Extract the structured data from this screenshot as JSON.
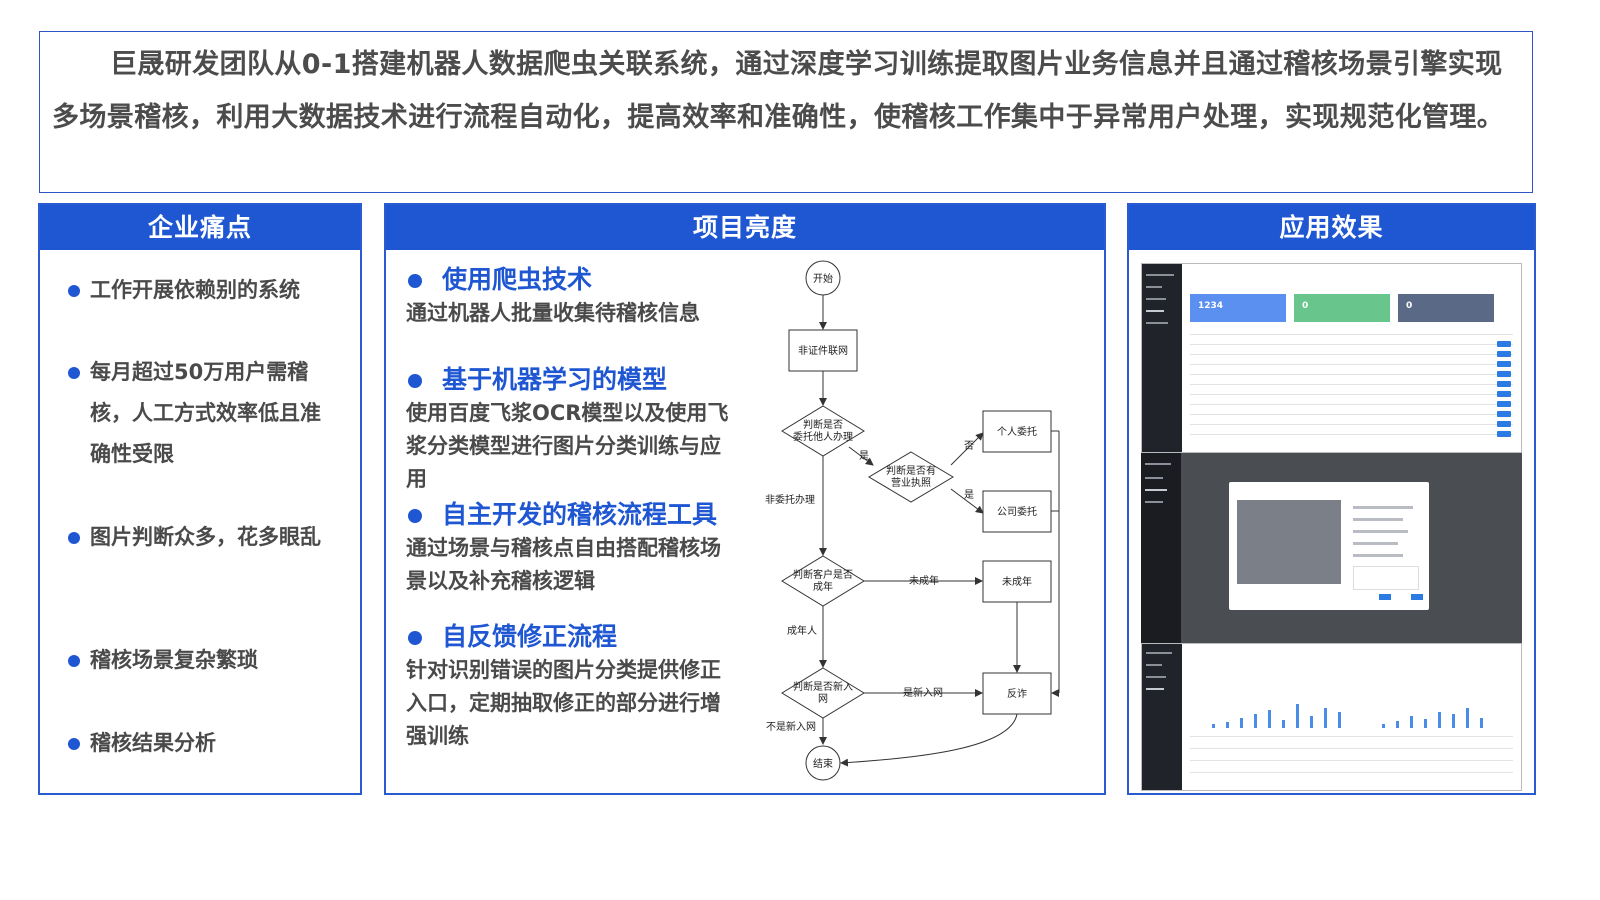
{
  "intro": {
    "text": "巨晟研发团队从0-1搭建机器人数据爬虫关联系统，通过深度学习训练提取图片业务信息并且通过稽核场景引擎实现多场景稽核，利用大数据技术进行流程自动化，提高效率和准确性，使稽核工作集中于异常用户处理，实现规范化管理。"
  },
  "pain": {
    "title": "企业痛点",
    "items": [
      "工作开展依赖别的系统",
      "每月超过50万用户需稽核，人工方式效率低且准确性受限",
      "图片判断众多，花多眼乱",
      "稽核场景复杂繁琐",
      "稽核结果分析"
    ]
  },
  "highlights": {
    "title": "项目亮度",
    "items": [
      {
        "title": "使用爬虫技术",
        "desc": "通过机器人批量收集待稽核信息"
      },
      {
        "title": "基于机器学习的模型",
        "desc": "使用百度飞浆OCR模型以及使用飞浆分类模型进行图片分类训练与应用"
      },
      {
        "title": "自主开发的稽核流程工具",
        "desc": "通过场景与稽核点自由搭配稽核场景以及补充稽核逻辑"
      },
      {
        "title": "自反馈修正流程",
        "desc": "针对识别错误的图片分类提供修正入口，定期抽取修正的部分进行增强训练"
      }
    ]
  },
  "flowchart": {
    "start": "开始",
    "n1": "非证件联网",
    "d1a": "判断是否",
    "d1b": "委托他人办理",
    "d2a": "判断是否有",
    "d2b": "营业执照",
    "personal": "个人委托",
    "company": "公司委托",
    "d3a": "判断客户是否",
    "d3b": "成年",
    "minor": "未成年",
    "d4a": "判断是否新入",
    "d4b": "网",
    "fraud": "反诈",
    "end": "结束",
    "l_yes1": "是",
    "l_no": "否",
    "l_yes2": "是",
    "l_notdelegated": "非委托办理",
    "l_minor": "未成年",
    "l_adult": "成年人",
    "l_newnet": "是新入网",
    "l_notnew": "不是新入网"
  },
  "effect": {
    "title": "应用效果",
    "card_values": [
      "1234",
      "0",
      "0"
    ],
    "colors": [
      "#5b8ff0",
      "#68c58c",
      "#5a6a86"
    ]
  }
}
